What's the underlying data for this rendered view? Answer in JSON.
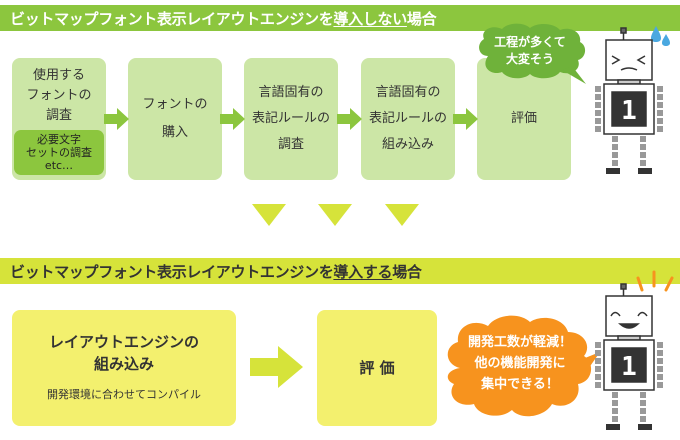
{
  "top": {
    "title_prefix": "ビットマップフォント表示レイアウトエンジンを",
    "title_emph": "導入しない",
    "title_suffix": "場合",
    "steps": [
      {
        "line1": "使用する",
        "line2": "フォントの",
        "line3": "調査",
        "sub1": "必要文字",
        "sub2": "セットの調査",
        "sub3": "etc…"
      },
      {
        "line1": "フォントの",
        "line2": "購入"
      },
      {
        "line1": "言語固有の",
        "line2": "表記ルールの",
        "line3": "調査"
      },
      {
        "line1": "言語固有の",
        "line2": "表記ルールの",
        "line3": "組み込み"
      },
      {
        "line1": "評価"
      }
    ],
    "bubble_line1": "工程が多くて",
    "bubble_line2": "大変そう"
  },
  "bottom": {
    "title_prefix": "ビットマップフォント表示レイアウトエンジンを",
    "title_emph": "導入する",
    "title_suffix": "場合",
    "step1_line1": "レイアウトエンジンの",
    "step1_line2": "組み込み",
    "step1_note": "開発環境に合わせてコンパイル",
    "step2": "評 価",
    "bubble_line1": "開発工数が軽減！",
    "bubble_line2": "他の機能開発に",
    "bubble_line3": "集中できる！"
  },
  "robot_badge": "1",
  "colors": {
    "green_banner": "#8cc63e",
    "green_box": "#cce6a6",
    "yellow_banner": "#d6e33a",
    "yellow_box": "#f3f06e",
    "bubble_green": "#6fb23a",
    "bubble_orange": "#f7931e"
  }
}
